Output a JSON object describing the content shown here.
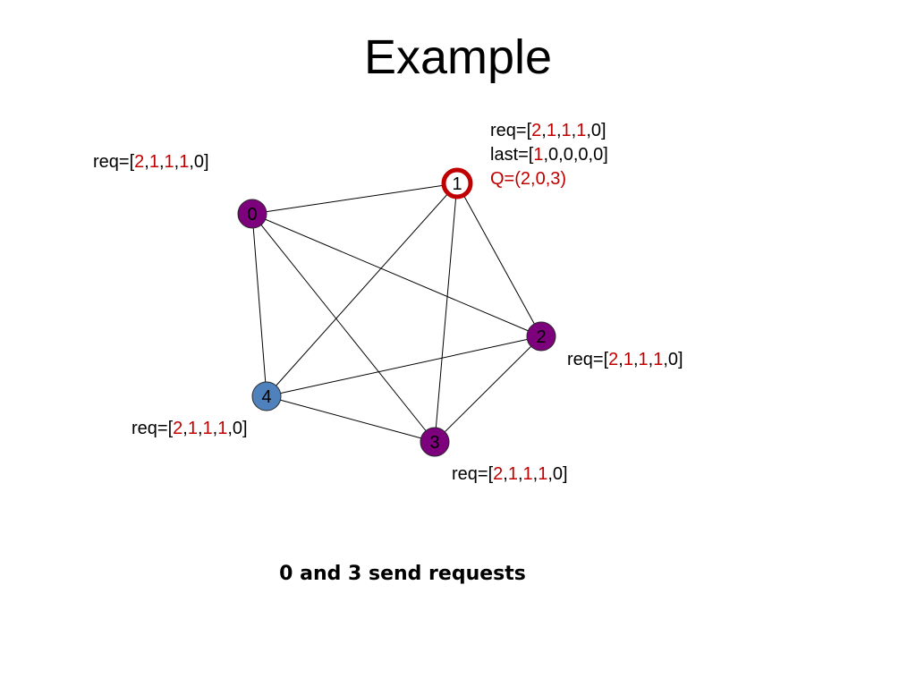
{
  "slide": {
    "title": "Example",
    "caption": "0 and 3 send requests"
  },
  "colors": {
    "node_default": "#7d007d",
    "node_node4": "#4f81bd",
    "token_ring": "#c00000",
    "highlight_text": "#c00000",
    "edge": "#000000"
  },
  "graph": {
    "nodes": [
      {
        "id": "0",
        "fill": "#7d007d",
        "has_token": false
      },
      {
        "id": "1",
        "fill": "#ffffff",
        "has_token": true
      },
      {
        "id": "2",
        "fill": "#7d007d",
        "has_token": false
      },
      {
        "id": "3",
        "fill": "#7d007d",
        "has_token": false
      },
      {
        "id": "4",
        "fill": "#4f81bd",
        "has_token": false
      }
    ],
    "edges": [
      [
        "0",
        "1"
      ],
      [
        "0",
        "2"
      ],
      [
        "0",
        "3"
      ],
      [
        "0",
        "4"
      ],
      [
        "1",
        "2"
      ],
      [
        "1",
        "3"
      ],
      [
        "1",
        "4"
      ],
      [
        "2",
        "3"
      ],
      [
        "2",
        "4"
      ],
      [
        "3",
        "4"
      ]
    ]
  },
  "labels": {
    "node0": {
      "req": {
        "prefix": "req=[",
        "v1": "2",
        "s1": ",",
        "v2": "1",
        "s2": ",",
        "v3": "1",
        "s3": ",",
        "v4": "1",
        "suffix": ",0]"
      }
    },
    "node1": {
      "req": {
        "prefix": "req=[",
        "v1": "2",
        "s1": ",",
        "v2": "1",
        "s2": ",",
        "v3": "1",
        "s3": ",",
        "v4": "1",
        "suffix": ",0]"
      },
      "last": {
        "prefix": "last=[",
        "v1": "1",
        "suffix": ",0,0,0,0]"
      },
      "queue": "Q=(2,0,3)"
    },
    "node2": {
      "req": {
        "prefix": "req=[",
        "v1": "2",
        "s1": ",",
        "v2": "1",
        "s2": ",",
        "v3": "1",
        "s3": ",",
        "v4": "1",
        "suffix": ",0]"
      }
    },
    "node3": {
      "req": {
        "prefix": "req=[",
        "v1": "2",
        "s1": ",",
        "v2": "1",
        "s2": ",",
        "v3": "1",
        "s3": ",",
        "v4": "1",
        "suffix": ",0]"
      }
    },
    "node4": {
      "req": {
        "prefix": "req=[",
        "v1": "2",
        "s1": ",",
        "v2": "1",
        "s2": ",",
        "v3": "1",
        "s3": ",",
        "v4": "1",
        "suffix": ",0]"
      }
    }
  }
}
